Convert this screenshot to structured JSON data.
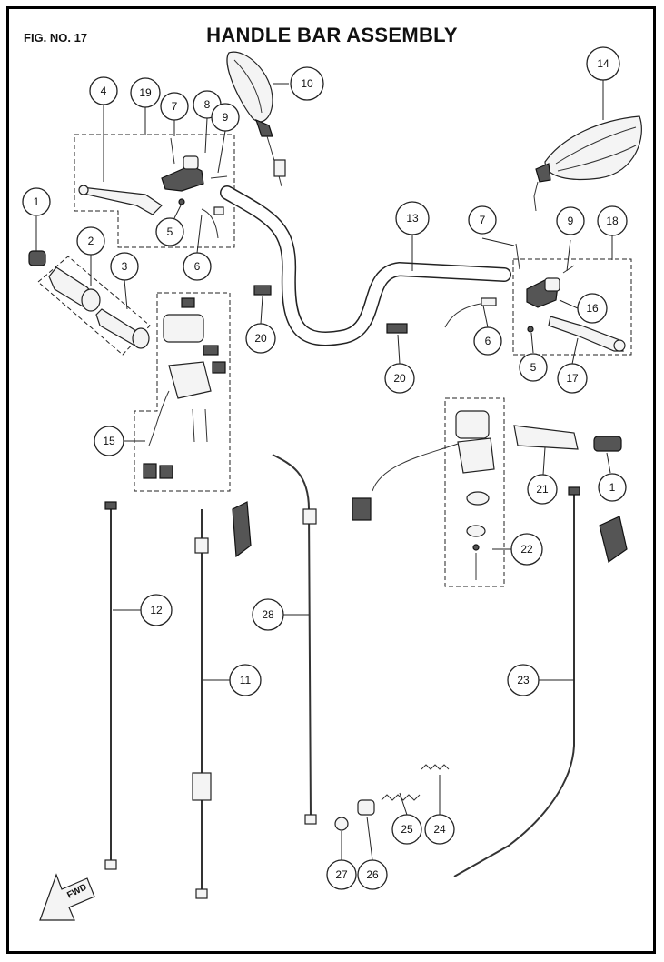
{
  "figure_number": "FIG. NO. 17",
  "title": "HANDLE BAR ASSEMBLY",
  "fwd_label": "FWD",
  "callouts": [
    {
      "id": "c1a",
      "label": "1"
    },
    {
      "id": "c1b",
      "label": "1"
    },
    {
      "id": "c2",
      "label": "2"
    },
    {
      "id": "c3",
      "label": "3"
    },
    {
      "id": "c4",
      "label": "4"
    },
    {
      "id": "c5a",
      "label": "5"
    },
    {
      "id": "c5b",
      "label": "5"
    },
    {
      "id": "c6a",
      "label": "6"
    },
    {
      "id": "c6b",
      "label": "6"
    },
    {
      "id": "c7a",
      "label": "7"
    },
    {
      "id": "c7b",
      "label": "7"
    },
    {
      "id": "c8",
      "label": "8"
    },
    {
      "id": "c9a",
      "label": "9"
    },
    {
      "id": "c9b",
      "label": "9"
    },
    {
      "id": "c10",
      "label": "10"
    },
    {
      "id": "c11",
      "label": "11"
    },
    {
      "id": "c12",
      "label": "12"
    },
    {
      "id": "c13",
      "label": "13"
    },
    {
      "id": "c14",
      "label": "14"
    },
    {
      "id": "c15",
      "label": "15"
    },
    {
      "id": "c16",
      "label": "16"
    },
    {
      "id": "c17",
      "label": "17"
    },
    {
      "id": "c18",
      "label": "18"
    },
    {
      "id": "c19",
      "label": "19"
    },
    {
      "id": "c20a",
      "label": "20"
    },
    {
      "id": "c20b",
      "label": "20"
    },
    {
      "id": "c21",
      "label": "21"
    },
    {
      "id": "c22",
      "label": "22"
    },
    {
      "id": "c23",
      "label": "23"
    },
    {
      "id": "c24",
      "label": "24"
    },
    {
      "id": "c25",
      "label": "25"
    },
    {
      "id": "c26",
      "label": "26"
    },
    {
      "id": "c27",
      "label": "27"
    },
    {
      "id": "c28",
      "label": "28"
    }
  ]
}
